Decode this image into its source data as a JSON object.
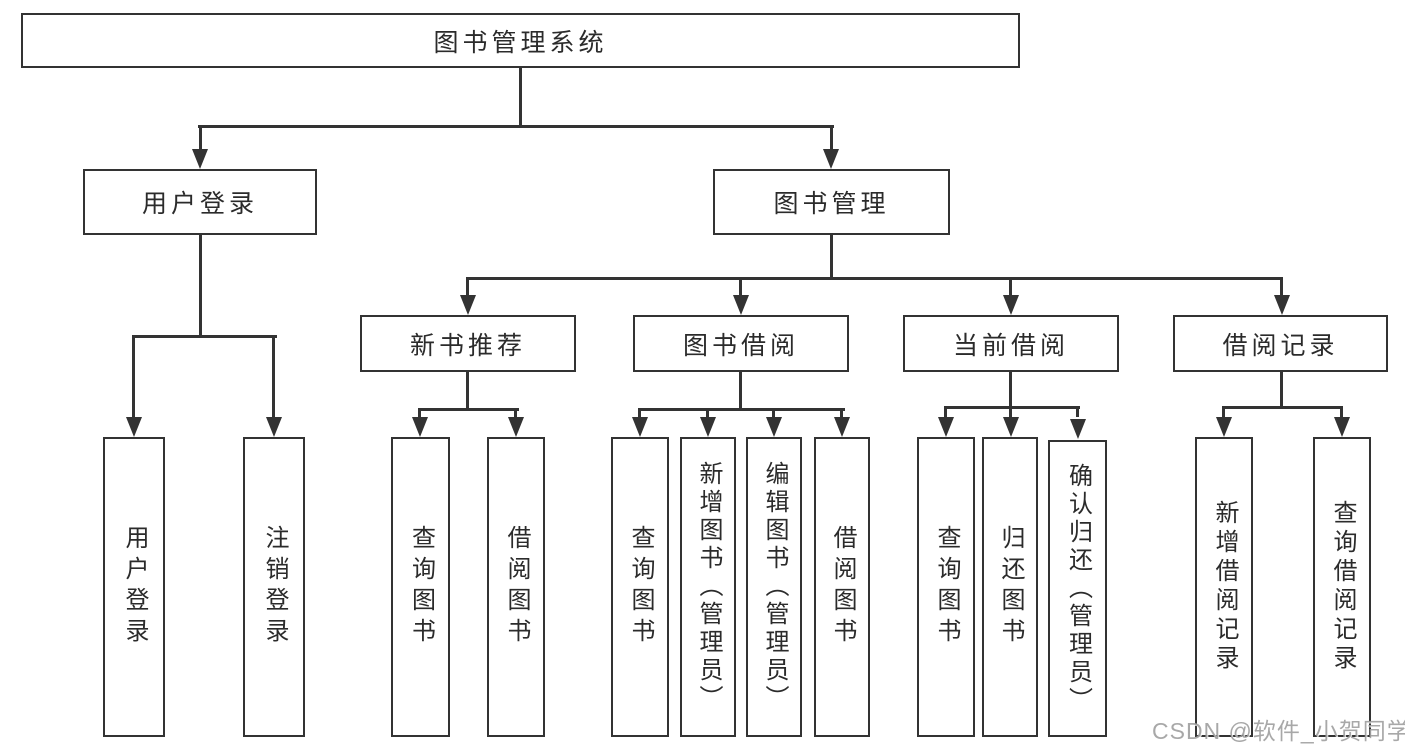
{
  "tree": {
    "label": "图书管理系统",
    "children": [
      {
        "label": "用户登录",
        "children": [
          {
            "label": "用户登录"
          },
          {
            "label": "注销登录"
          }
        ]
      },
      {
        "label": "图书管理",
        "children": [
          {
            "label": "新书推荐",
            "children": [
              {
                "label": "查询图书"
              },
              {
                "label": "借阅图书"
              }
            ]
          },
          {
            "label": "图书借阅",
            "children": [
              {
                "label": "查询图书"
              },
              {
                "label": "新增图书（管理员）"
              },
              {
                "label": "编辑图书（管理员）"
              },
              {
                "label": "借阅图书"
              }
            ]
          },
          {
            "label": "当前借阅",
            "children": [
              {
                "label": "查询图书"
              },
              {
                "label": "归还图书"
              },
              {
                "label": "确认归还（管理员）"
              }
            ]
          },
          {
            "label": "借阅记录",
            "children": [
              {
                "label": "新增借阅记录"
              },
              {
                "label": "查询借阅记录"
              }
            ]
          }
        ]
      }
    ]
  },
  "watermark": "CSDN @软件_小贺同学",
  "colors": {
    "line": "#333333",
    "text": "#2b2b2b",
    "watermark": "#9e9e9e",
    "background": "#ffffff"
  }
}
